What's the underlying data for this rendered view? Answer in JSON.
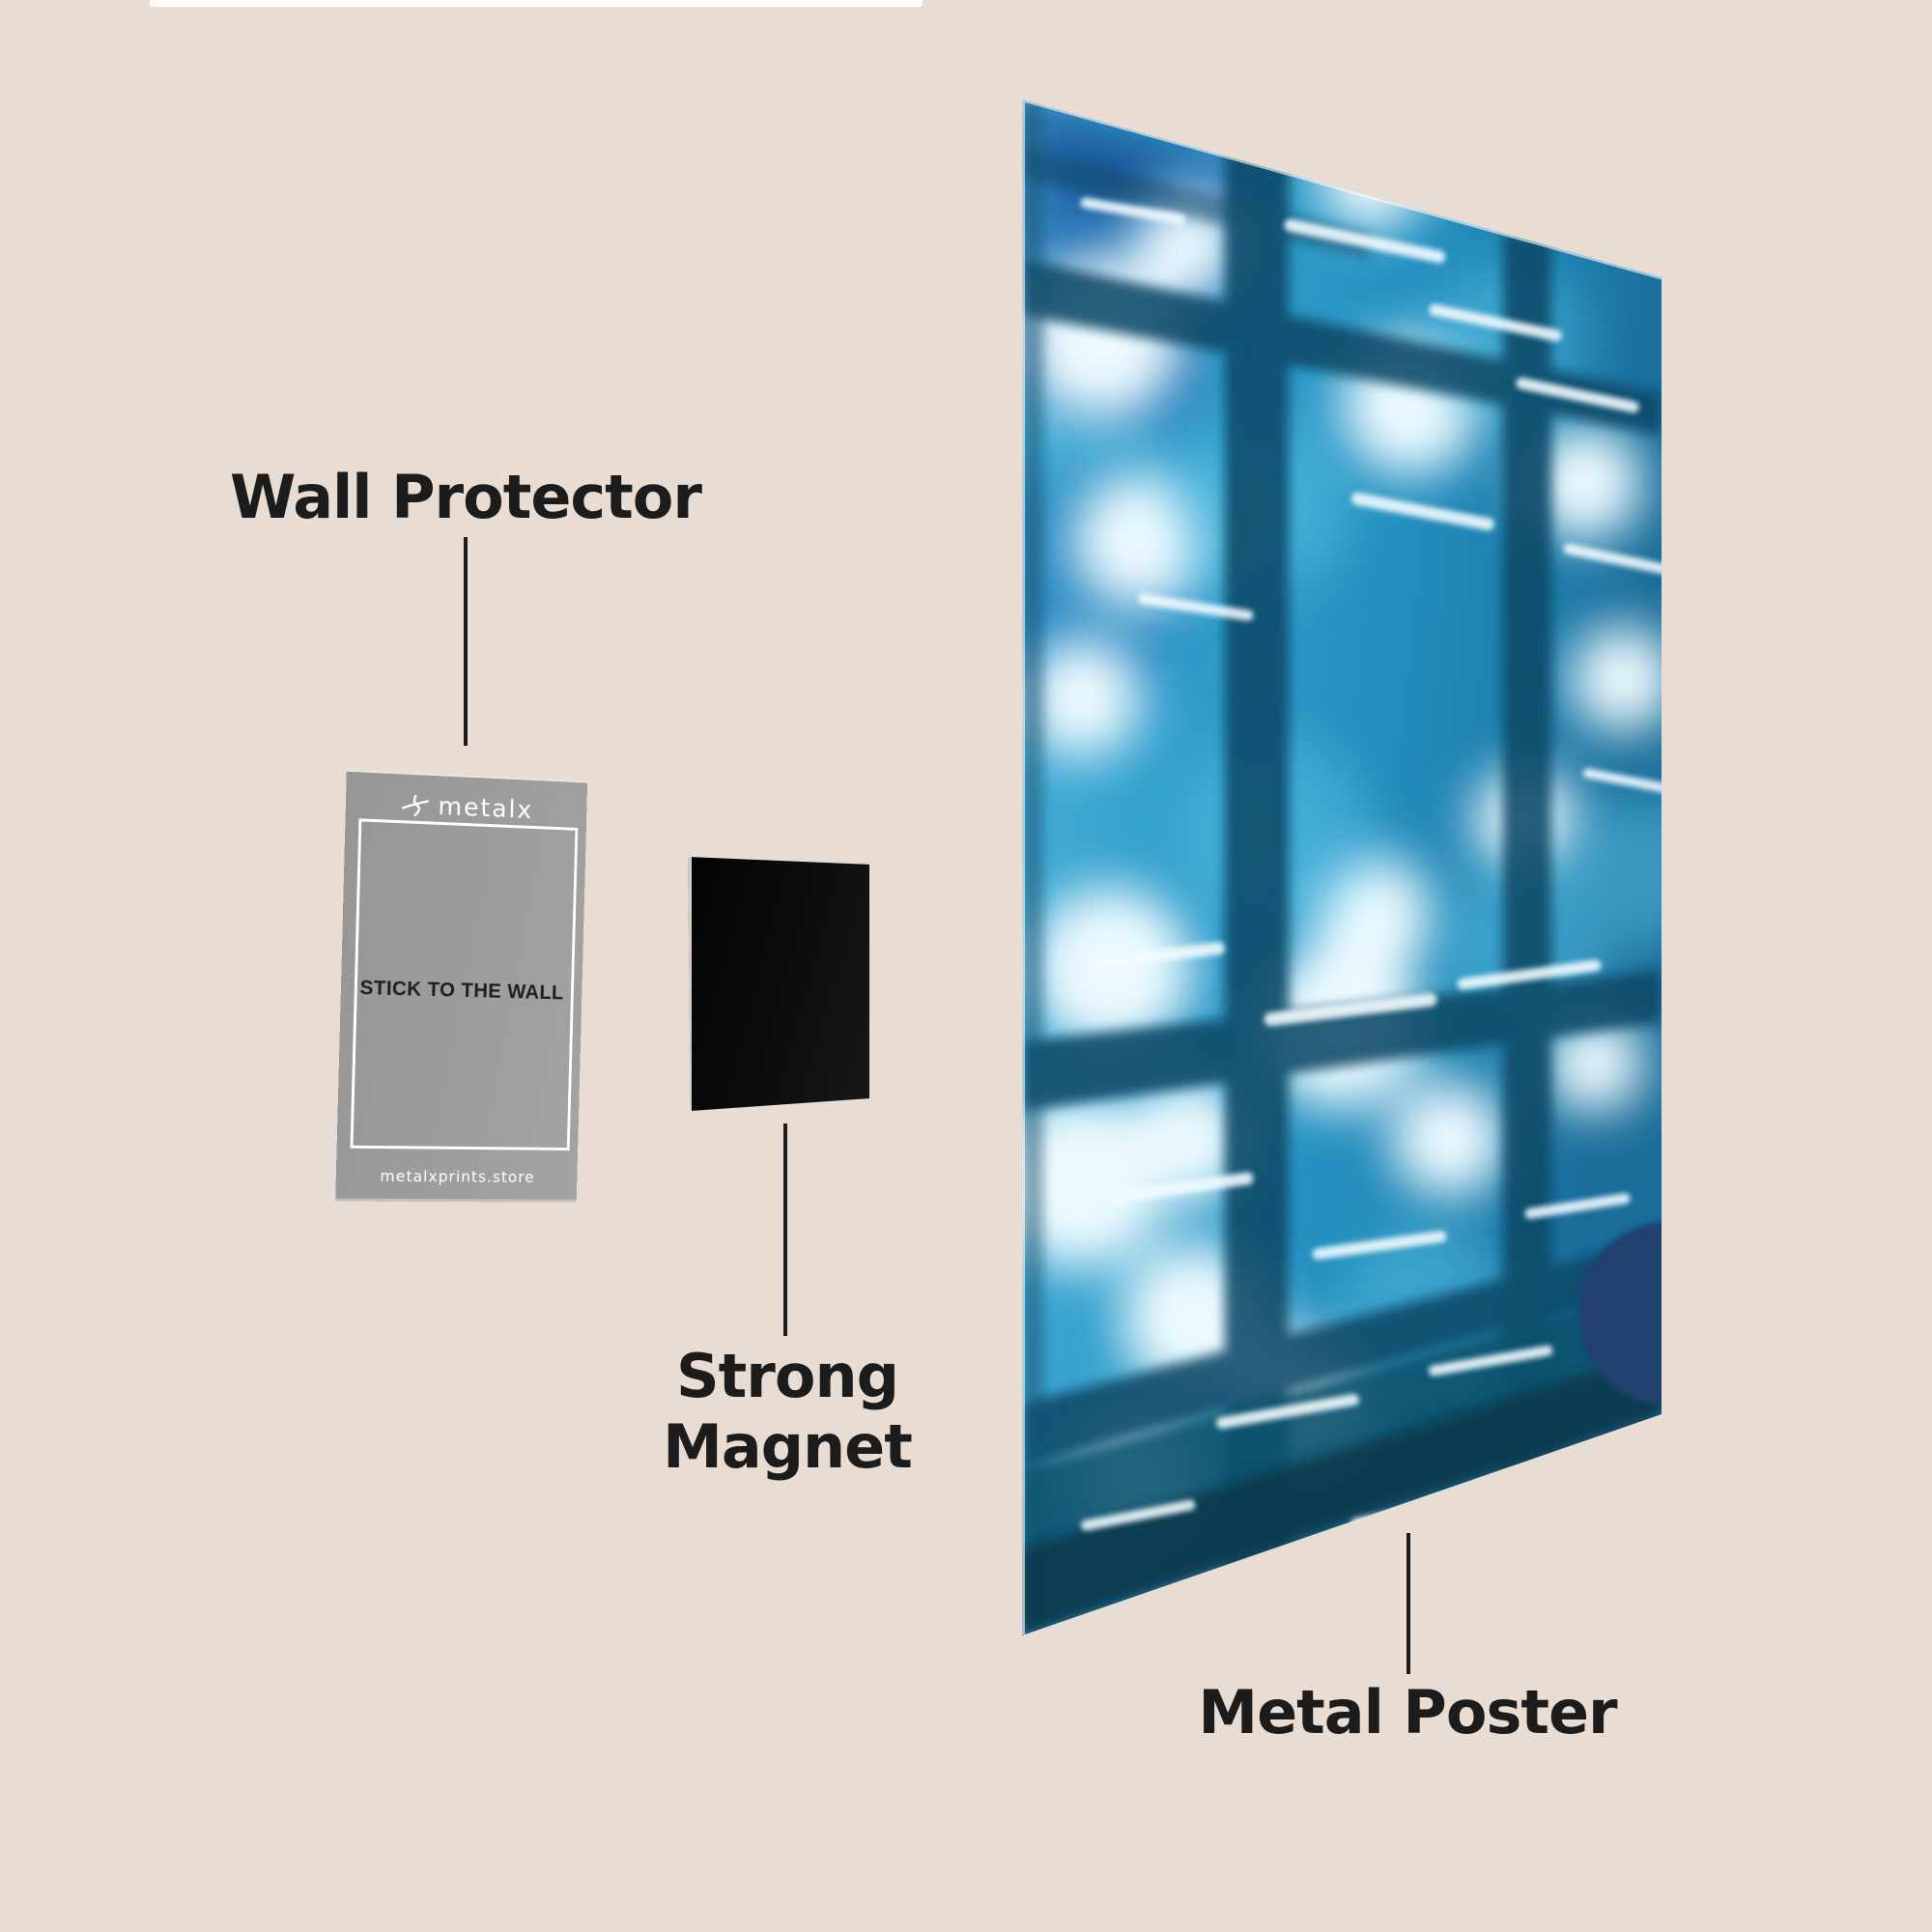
{
  "page": {
    "background_color": "#e9ddd3",
    "text_color": "#1c1c1c",
    "top_edge_sliver_color": "#fdfdfc"
  },
  "wall_protector": {
    "label": "Wall Protector",
    "card": {
      "brand": "metalx",
      "logo_icon": "metalx-mark",
      "instruction": "STICK TO THE WALL",
      "website": "metalxprints.store",
      "card_color": "#9b9b9b",
      "border_color": "#ffffff",
      "instruction_color": "#1f1f1f",
      "light_text_color": "#ffffff"
    }
  },
  "strong_magnet": {
    "label": "Strong Magnet",
    "magnet_color": "#0b0b0b",
    "edge_highlight_color": "#f6f3ee"
  },
  "metal_poster": {
    "label": "Metal Poster",
    "artwork_palette": {
      "base_cyan": "#2f9ac6",
      "light_bokeh": "#eefaff",
      "dark_grid_bar": "#0d4a68",
      "royal_blue": "#1e65ad",
      "teal_shadow": "#0c526e",
      "deep_teal": "#07374c",
      "navy_ball": "#223f6e",
      "streak_white": "#f2fbff"
    }
  }
}
